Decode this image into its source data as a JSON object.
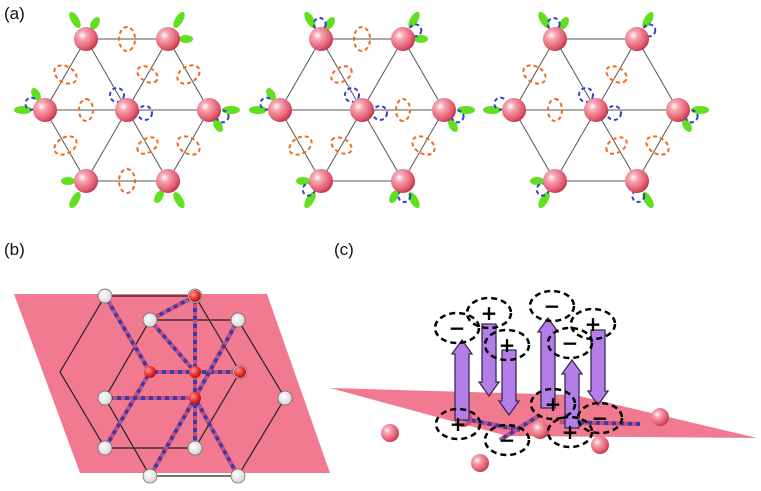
{
  "panels": {
    "a": {
      "label": "(a)"
    },
    "b": {
      "label": "(b)"
    },
    "c": {
      "label": "(c)"
    }
  },
  "colors": {
    "atom": "#ef7a8c",
    "lobe": "#62e01f",
    "orange_loop": "#f26a1b",
    "blue_loop": "#2f3fd6",
    "plane": "#f06c84",
    "arrow": "#b47ee8",
    "sign_loop": "#000000"
  },
  "signs": {
    "plus": "+",
    "minus": "−"
  }
}
